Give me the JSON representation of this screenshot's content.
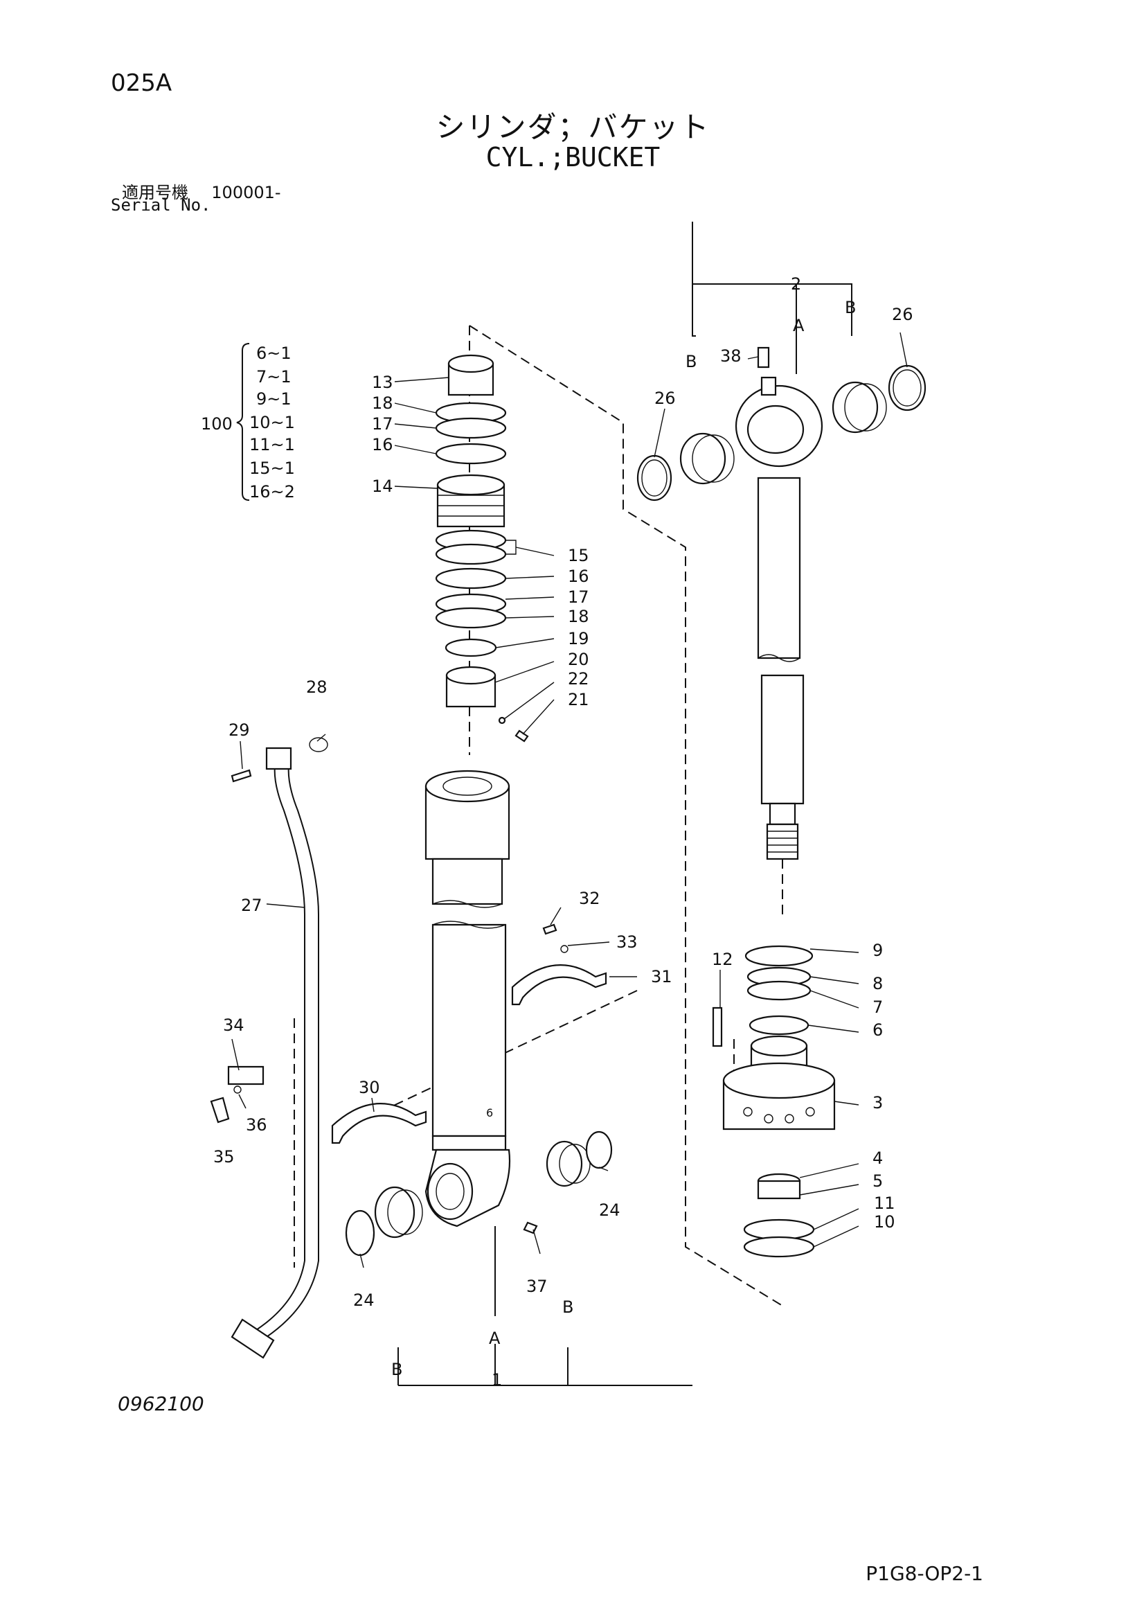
{
  "header": {
    "page_code": "025A",
    "title_jp": "シリンダ；バケット",
    "title_en": "CYL.;BUCKET",
    "serial_label_jp": "適用号機",
    "serial_value": "100001-",
    "serial_label_en": "Serial No."
  },
  "kit": {
    "label": "100",
    "items": [
      "6~1",
      "7~1",
      "9~1",
      "10~1",
      "11~1",
      "15~1",
      "16~2"
    ]
  },
  "callouts": {
    "c1": "1",
    "c2": "2",
    "c3": "3",
    "c4": "4",
    "c5": "5",
    "c6": "6",
    "c7": "7",
    "c8": "8",
    "c9": "9",
    "c10": "10",
    "c11": "11",
    "c12": "12",
    "c13": "13",
    "c14": "14",
    "c15": "15",
    "c16a": "16",
    "c16b": "16",
    "c17a": "17",
    "c17b": "17",
    "c18a": "18",
    "c18b": "18",
    "c19": "19",
    "c20": "20",
    "c21": "21",
    "c22": "22",
    "c24a": "24",
    "c24b": "24",
    "c26a": "26",
    "c26b": "26",
    "c27": "27",
    "c28": "28",
    "c29": "29",
    "c30": "30",
    "c31": "31",
    "c32": "32",
    "c33": "33",
    "c34": "34",
    "c35": "35",
    "c36": "36",
    "c37": "37",
    "c38": "38",
    "a1": "A",
    "a2": "A",
    "b1": "B",
    "b2": "B",
    "b3": "B",
    "b4": "B",
    "small6": "6"
  },
  "footer": {
    "drawing_number": "0962100",
    "page_ref": "P1G8-OP2-1"
  }
}
